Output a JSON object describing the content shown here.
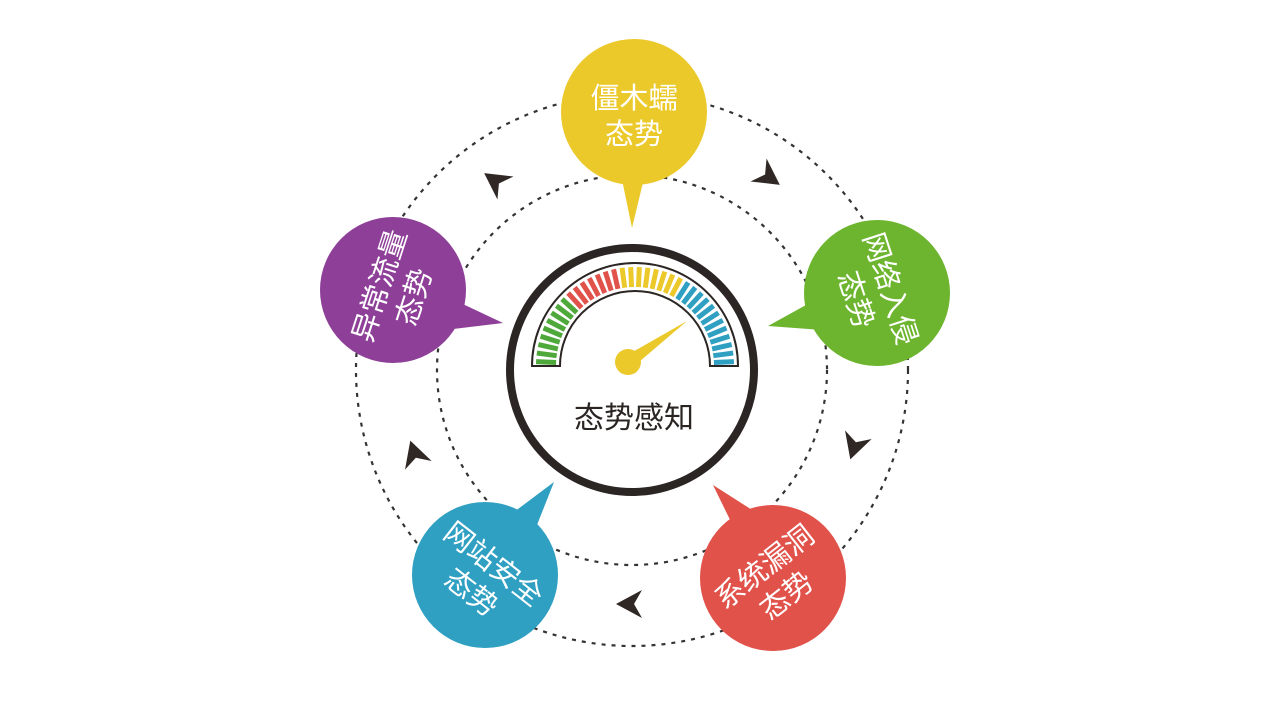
{
  "center": {
    "label": "态势感知"
  },
  "nodes": [
    {
      "line1": "僵木蠕",
      "line2": "态势",
      "color": "#ecc92a"
    },
    {
      "line1": "网络入侵",
      "line2": "态势",
      "color": "#6db52f"
    },
    {
      "line1": "系统漏洞",
      "line2": "态势",
      "color": "#e0524a"
    },
    {
      "line1": "网站安全",
      "line2": "态势",
      "color": "#2f9fc2"
    },
    {
      "line1": "异常流量",
      "line2": "态势",
      "color": "#8e3f98"
    }
  ],
  "gauge_colors": {
    "green": "#4fa83a",
    "red": "#e0524a",
    "yellow": "#ecc92a",
    "blue": "#2f9fc2"
  }
}
